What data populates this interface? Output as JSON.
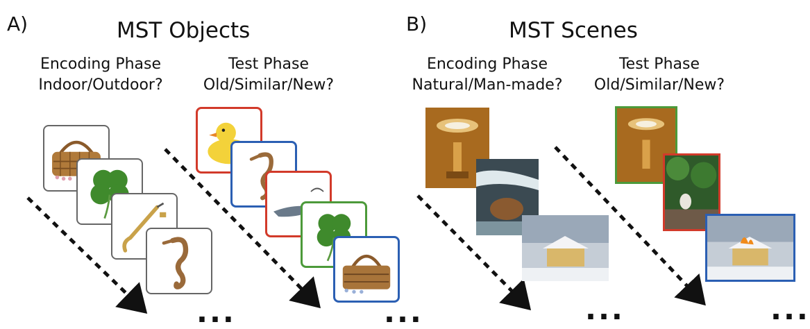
{
  "panel_a": {
    "letter": "A)",
    "title": "MST Objects",
    "encoding": {
      "line1": "Encoding Phase",
      "line2": "Indoor/Outdoor?"
    },
    "test": {
      "line1": "Test Phase",
      "line2": "Old/Similar/New?"
    },
    "ellipsis_encoding": "...",
    "ellipsis_test": "..."
  },
  "panel_b": {
    "letter": "B)",
    "title": "MST Scenes",
    "encoding": {
      "line1": "Encoding Phase",
      "line2": "Natural/Man-made?"
    },
    "test": {
      "line1": "Test Phase",
      "line2": "Old/Similar/New?"
    },
    "ellipsis_encoding": "...",
    "ellipsis_test": "..."
  },
  "colors": {
    "old": "#4c9a3a",
    "similar": "#d23a2a",
    "new": "#2b5fb3"
  },
  "icons": {
    "objects_encoding": [
      "picnic-basket-icon",
      "four-leaf-clover-icon",
      "saxophone-icon",
      "seahorse-icon"
    ],
    "objects_test": [
      "rubber-duck-icon",
      "seahorse-icon",
      "bird-icon",
      "four-leaf-clover-icon",
      "picnic-basket-icon"
    ],
    "scenes_encoding": [
      "ornate-hall-icon",
      "bear-in-waterfall-icon",
      "snowy-house-icon"
    ],
    "scenes_test": [
      "ornate-hall-icon",
      "bird-on-fence-icon",
      "burning-snowy-house-icon"
    ]
  }
}
